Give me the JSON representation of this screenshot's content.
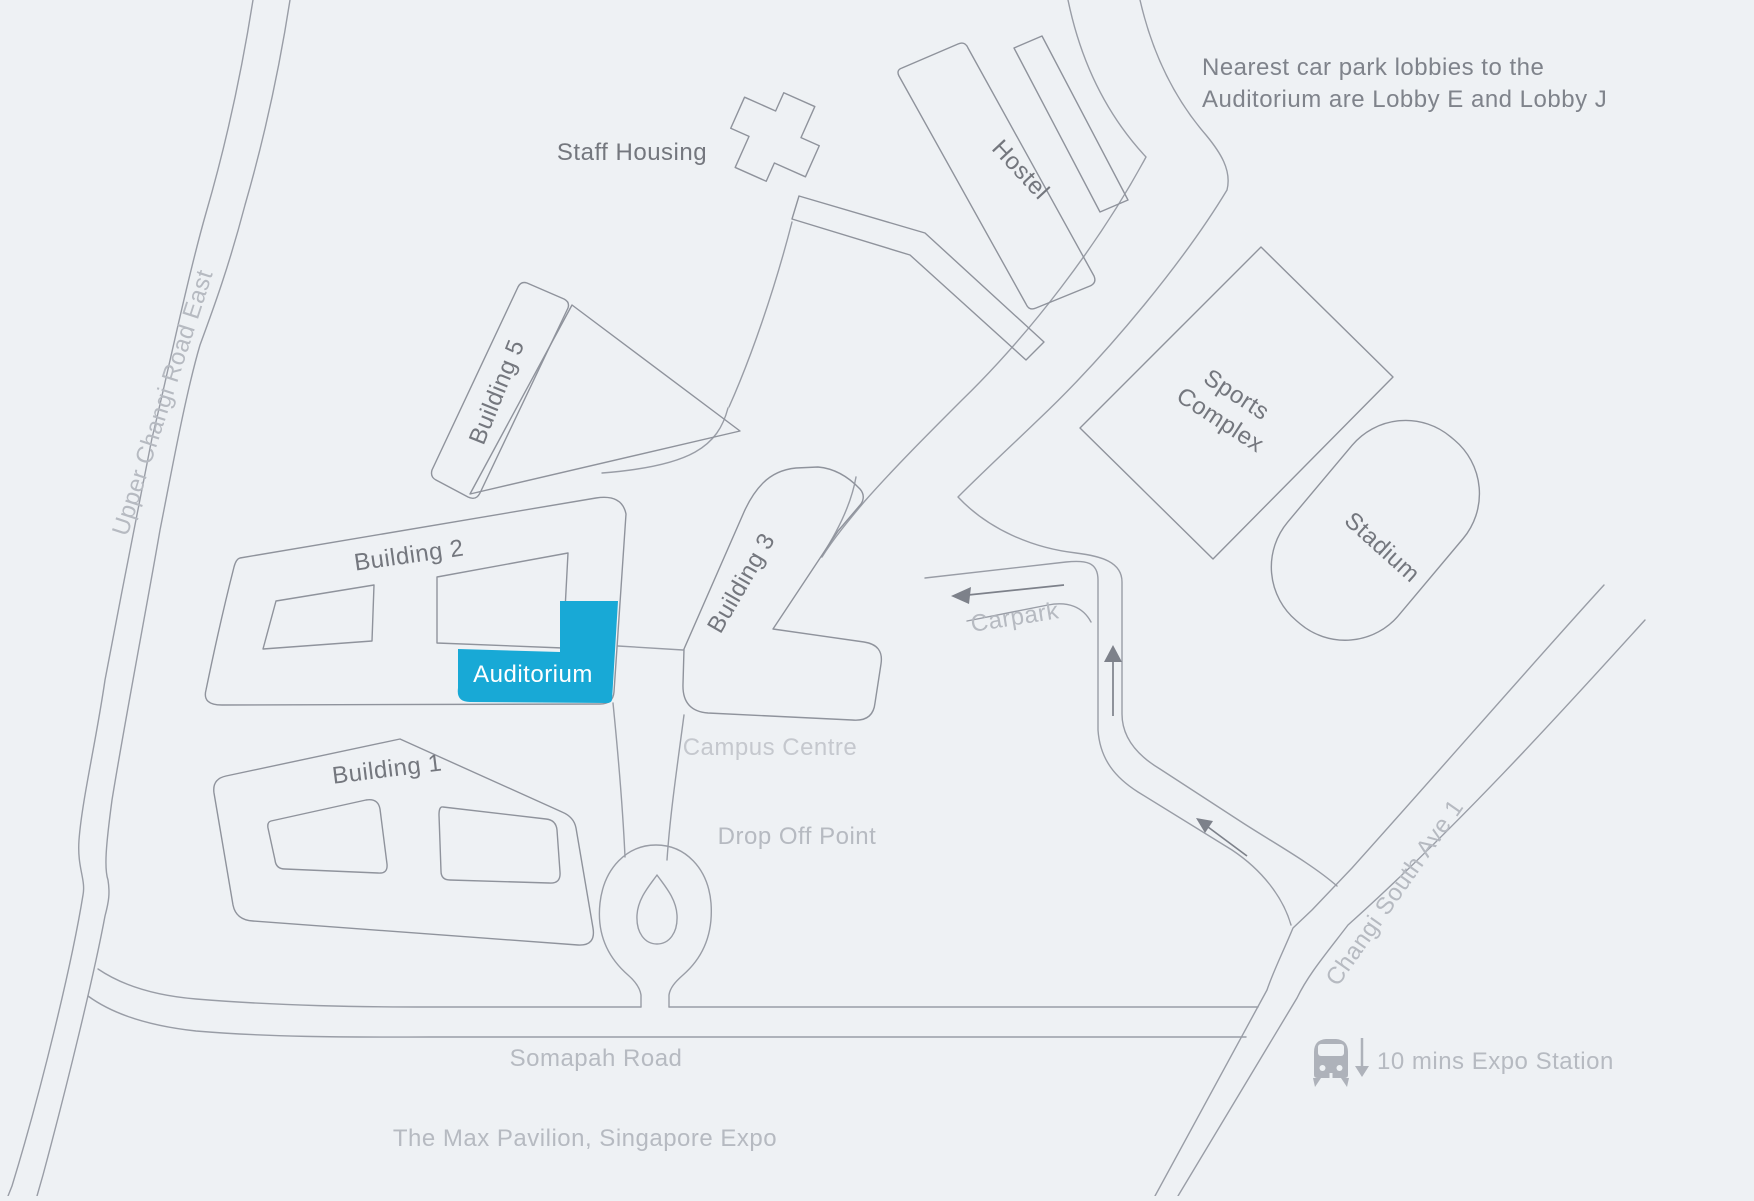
{
  "colors": {
    "background": "#eef1f4",
    "road_line": "#999da6",
    "building_line": "#8f939c",
    "label_dark": "#74777e",
    "label_light": "#b6bac1",
    "label_faint": "#c5c8ce",
    "note": "#7f838b",
    "arrow": "#7d818a",
    "icon": "#aeb2ba",
    "highlight": "#18a9d6",
    "highlight_text": "#ffffff"
  },
  "note": {
    "line1": "Nearest car park lobbies to the",
    "line2": "Auditorium are Lobby E and Lobby J"
  },
  "map": {
    "buildings": {
      "staff_housing": "Staff Housing",
      "hostel": "Hostel",
      "sports_complex_line1": "Sports",
      "sports_complex_line2": "Complex",
      "stadium": "Stadium",
      "building_5": "Building 5",
      "building_2": "Building 2",
      "building_3": "Building 3",
      "building_1": "Building 1",
      "auditorium": "Auditorium"
    },
    "areas": {
      "campus_centre": "Campus Centre",
      "drop_off_point": "Drop Off Point",
      "carpark": "Carpark"
    },
    "roads": {
      "upper_changi_road_east": "Upper Changi Road East",
      "somapah_road": "Somapah Road",
      "changi_south_ave_1": "Changi South Ave 1"
    },
    "transit": {
      "expo_station": "10 mins Expo Station"
    },
    "landmarks": {
      "max_pavilion": "The Max Pavilion, Singapore Expo"
    },
    "icons": {
      "train": "train-icon",
      "down_arrow": "down-arrow-icon"
    }
  }
}
